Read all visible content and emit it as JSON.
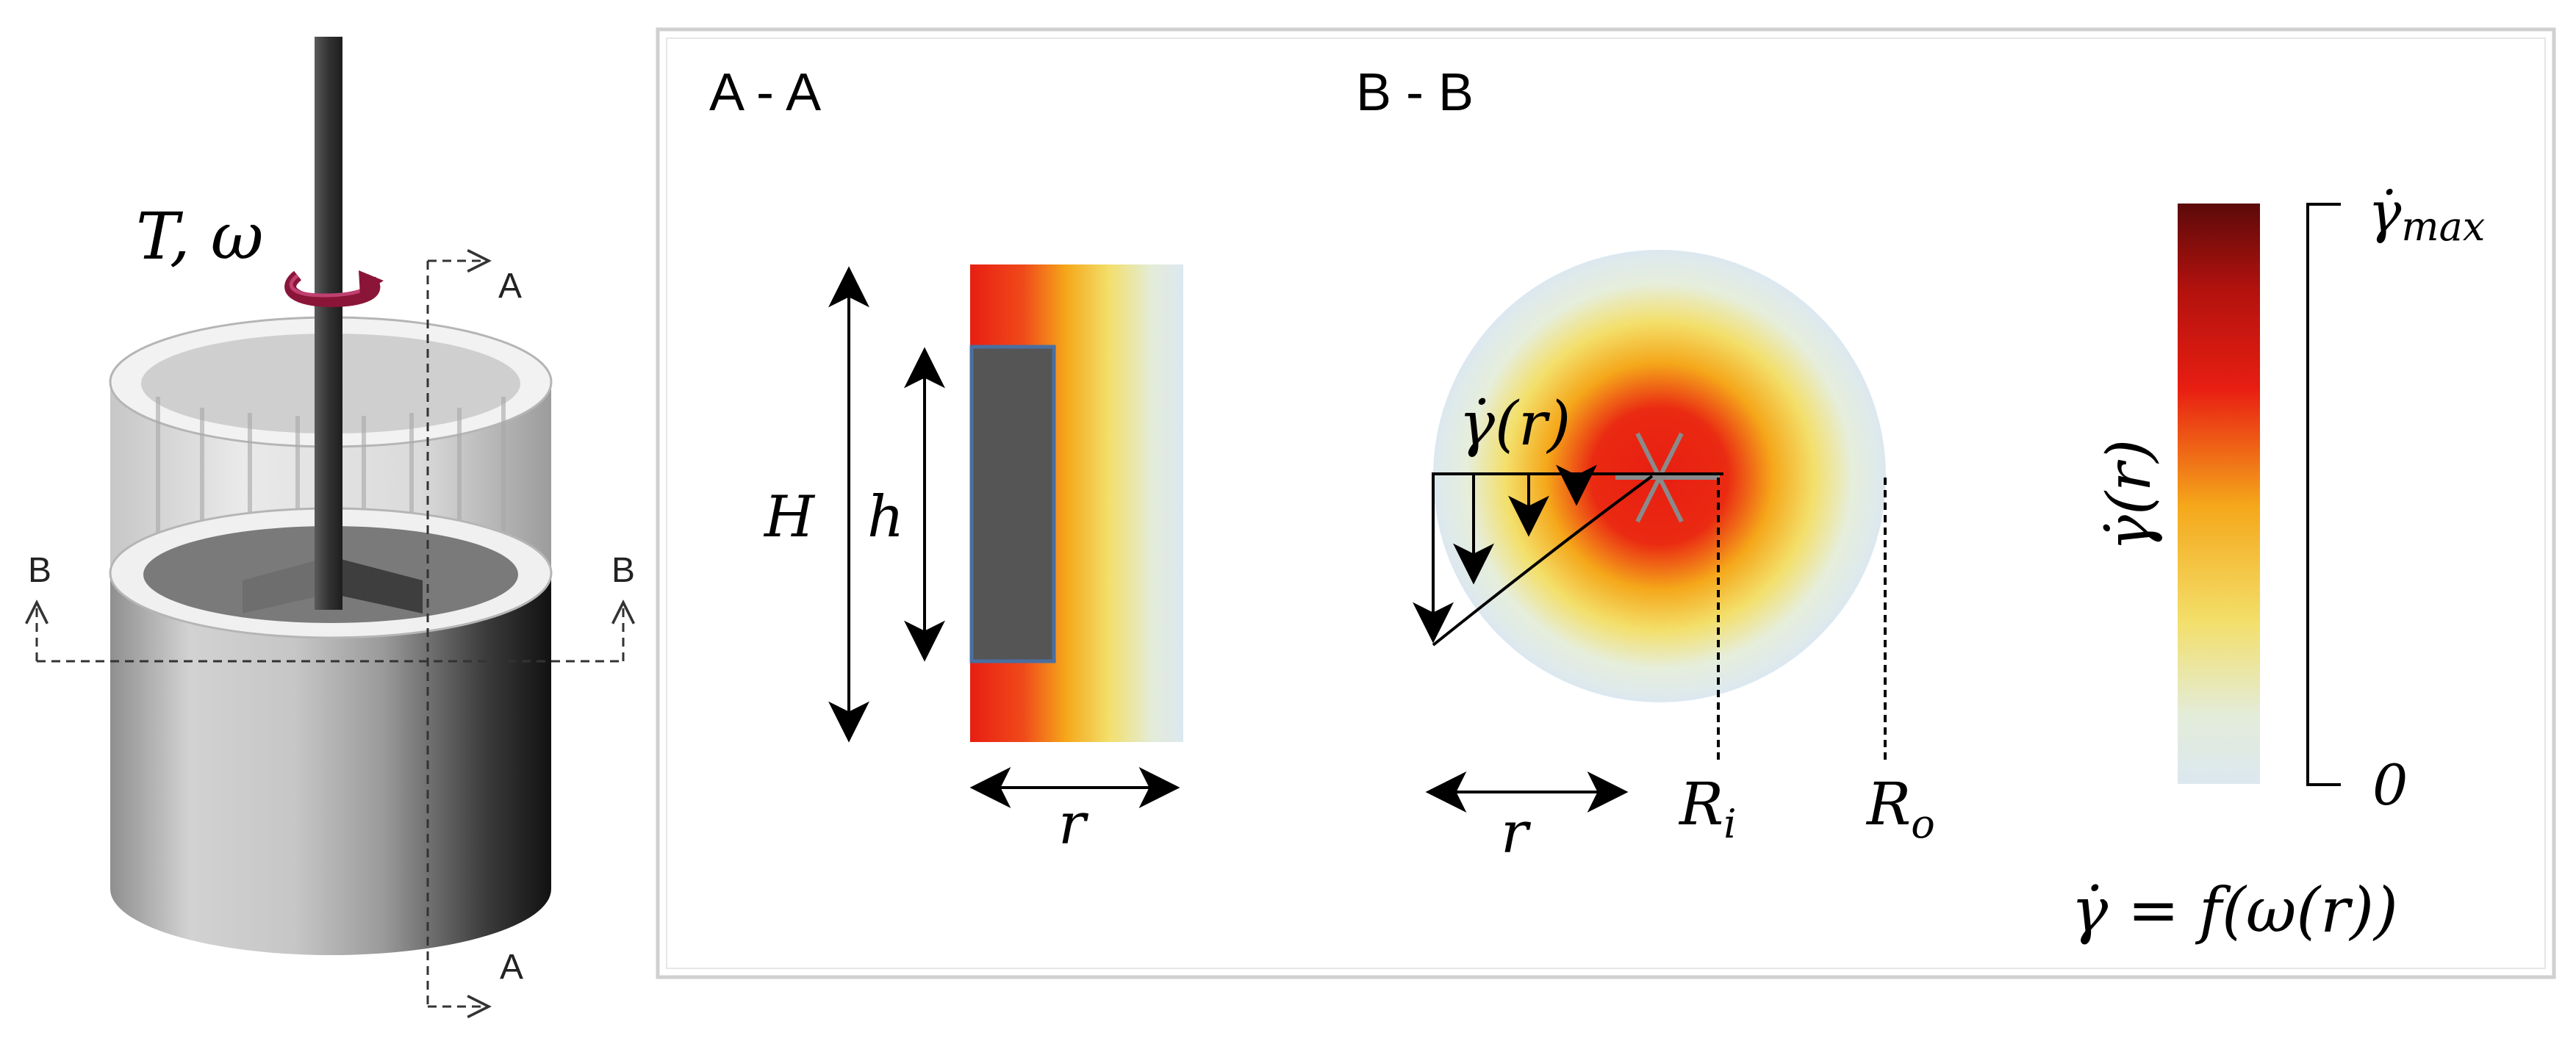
{
  "left_view": {
    "torque_label": "T, ω",
    "section_a_top": "A",
    "section_a_bottom": "A",
    "section_b_left": "B",
    "section_b_right": "B"
  },
  "panel": {
    "section_aa_title": "A - A",
    "section_bb_title": "B - B",
    "outer_height_label": "H",
    "inner_height_label": "h",
    "aa_radius_label": "r",
    "bb_radius_label": "r",
    "shear_rate_label": "γ̇(r)",
    "inner_radius_label": "R",
    "inner_radius_sub": "i",
    "outer_radius_label": "R",
    "outer_radius_sub": "o",
    "colorbar_max_label": "γ̇",
    "colorbar_max_sub": "max",
    "colorbar_min_label": "0",
    "colorbar_axis_label": "γ̇(r)",
    "equation": "γ̇ = f(ω(r))"
  },
  "colors": {
    "hot": "#5c0a0a",
    "red": "#e81e12",
    "orange": "#f5a71a",
    "yellow": "#f3df6a",
    "cold": "#dce8f0",
    "shaft": "#3a3a3a",
    "impeller_block": "#555555",
    "rotation_arrow": "#8a1538"
  }
}
